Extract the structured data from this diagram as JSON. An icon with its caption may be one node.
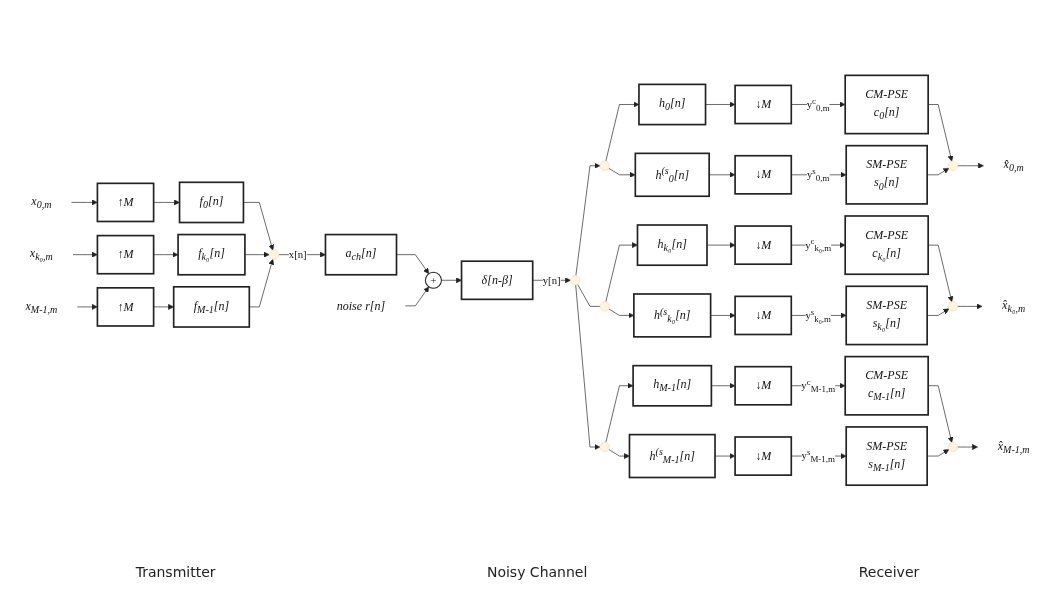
{
  "diagram": {
    "nodes": [
      {
        "text": [
          "x$_{0,m}$"
        ]
      },
      {
        "text": [
          "↑M"
        ]
      },
      {
        "text": [
          "f$_{0}$[n]"
        ]
      },
      {
        "text": [
          "x$_{k₀,m}$"
        ]
      },
      {
        "text": [
          "↑M"
        ]
      },
      {
        "text": [
          "f$_{k₀}$[n]"
        ]
      },
      {
        "text": [
          "x$_{M-1,m}$"
        ]
      },
      {
        "text": [
          "↑M"
        ]
      },
      {
        "text": [
          "f$_{M-1}$[n]"
        ]
      },
      {
        "text": [],
        "shape": "circle"
      },
      {
        "text": [
          "a$_{ch}$[n]"
        ]
      },
      {
        "text": [
          "noise r[n]"
        ]
      },
      {
        "text": [
          "+"
        ]
      },
      {
        "text": [
          "δ[n-β]"
        ]
      },
      {
        "text": [],
        "shape": "circle"
      },
      {
        "text": [],
        "shape": "circle"
      },
      {
        "text": [
          "h$_{0}$[n]"
        ]
      },
      {
        "text": [
          "↓M"
        ]
      },
      {
        "text": [
          "CM-PSE",
          "c$_{0}$[n]"
        ]
      },
      {
        "text": [
          "h$^{(s}$$_{0}$[n]"
        ]
      },
      {
        "text": [
          "↓M"
        ]
      },
      {
        "text": [
          "SM-PSE",
          "s$_{0}$[n]"
        ]
      },
      {
        "text": [],
        "shape": "circle"
      },
      {
        "text": [
          "x̂$_{0,m}$"
        ]
      },
      {
        "text": [],
        "shape": "circle"
      },
      {
        "text": [
          "h$_{k₀}$[n]"
        ]
      },
      {
        "text": [
          "↓M"
        ]
      },
      {
        "text": [
          "CM-PSE",
          "c$_{k₀}$[n]"
        ]
      },
      {
        "text": [
          "h$^{(s}$$_{k₀}$[n]"
        ]
      },
      {
        "text": [
          "↓M"
        ]
      },
      {
        "text": [
          "SM-PSE",
          "s$_{k₀}$[n]"
        ]
      },
      {
        "text": [],
        "shape": "circle"
      },
      {
        "text": [
          "x̂$_{k₀,m}$"
        ]
      },
      {
        "text": [],
        "shape": "circle"
      },
      {
        "text": [
          "h$_{M-1}$[n]"
        ]
      },
      {
        "text": [
          "↓M"
        ]
      },
      {
        "text": [
          "CM-PSE",
          "c$_{M-1}$[n]"
        ]
      },
      {
        "text": [
          "h$^{(s}$$_{M-1}$[n]"
        ]
      },
      {
        "text": [
          "↓M"
        ]
      },
      {
        "text": [
          "SM-PSE",
          "s$_{M-1}$[n]"
        ]
      },
      {
        "text": [],
        "shape": "circle"
      },
      {
        "text": [
          "x̂$_{M-1,m}$"
        ]
      }
    ],
    "edges": [
      {
        "from": 0,
        "to": 1,
        "arrow": "to"
      },
      {
        "from": 1,
        "to": 2,
        "arrow": "to"
      },
      {
        "from": 2,
        "to": 9,
        "arrow": "to"
      },
      {
        "from": 3,
        "to": 4,
        "arrow": "to"
      },
      {
        "from": 4,
        "to": 5,
        "arrow": "to"
      },
      {
        "from": 5,
        "to": 9,
        "arrow": "to"
      },
      {
        "from": 6,
        "to": 7,
        "arrow": "to"
      },
      {
        "from": 7,
        "to": 8,
        "arrow": "to"
      },
      {
        "from": 8,
        "to": 9,
        "arrow": "to"
      },
      {
        "from": 9,
        "to": 10,
        "arrow": "to",
        "label": "x[n]"
      },
      {
        "from": 10,
        "to": 12,
        "arrow": "to"
      },
      {
        "from": 11,
        "to": 12,
        "arrow": "to"
      },
      {
        "from": 12,
        "to": 13,
        "arrow": "to"
      },
      {
        "from": 13,
        "to": 14,
        "arrow": "to",
        "label": "y[n]"
      },
      {
        "from": 14,
        "to": 15,
        "arrow": "to"
      },
      {
        "from": 15,
        "to": 16,
        "arrow": "to"
      },
      {
        "from": 16,
        "to": 17,
        "arrow": "to"
      },
      {
        "from": 17,
        "to": 18,
        "arrow": "to",
        "label": "y$^{c}$$_{0,m}$"
      },
      {
        "from": 18,
        "to": 22,
        "arrow": "to"
      },
      {
        "from": 15,
        "to": 19,
        "arrow": "to"
      },
      {
        "from": 19,
        "to": 20,
        "arrow": "to"
      },
      {
        "from": 20,
        "to": 21,
        "arrow": "to",
        "label": "y$^{s}$$_{0,m}$"
      },
      {
        "from": 21,
        "to": 22,
        "arrow": "to"
      },
      {
        "from": 22,
        "to": 23,
        "arrow": "to"
      },
      {
        "from": 14,
        "to": 24,
        "arrow": "none"
      },
      {
        "from": 24,
        "to": 25,
        "arrow": "to"
      },
      {
        "from": 25,
        "to": 26,
        "arrow": "to"
      },
      {
        "from": 26,
        "to": 27,
        "arrow": "to",
        "label": "y$^{c}$$_{k₀,m}$"
      },
      {
        "from": 27,
        "to": 31,
        "arrow": "to"
      },
      {
        "from": 24,
        "to": 28,
        "arrow": "to"
      },
      {
        "from": 28,
        "to": 29,
        "arrow": "to"
      },
      {
        "from": 29,
        "to": 30,
        "arrow": "to",
        "label": "y$^{s}$$_{k₀,m}$"
      },
      {
        "from": 30,
        "to": 31,
        "arrow": "to"
      },
      {
        "from": 31,
        "to": 32,
        "arrow": "to"
      },
      {
        "from": 14,
        "to": 33,
        "arrow": "to"
      },
      {
        "from": 33,
        "to": 34,
        "arrow": "to"
      },
      {
        "from": 34,
        "to": 35,
        "arrow": "to"
      },
      {
        "from": 35,
        "to": 36,
        "arrow": "to",
        "label": "y$^{c}$$_{M-1,m}$"
      },
      {
        "from": 36,
        "to": 40,
        "arrow": "to"
      },
      {
        "from": 33,
        "to": 37,
        "arrow": "to"
      },
      {
        "from": 37,
        "to": 38,
        "arrow": "to"
      },
      {
        "from": 38,
        "to": 39,
        "arrow": "to",
        "label": "y$^{s}$$_{M-1,m}$"
      },
      {
        "from": 39,
        "to": 40,
        "arrow": "to"
      },
      {
        "from": 40,
        "to": 41,
        "arrow": "to"
      }
    ],
    "labels": [
      "Transmitter",
      "Noisy Channel",
      "Receiver"
    ]
  }
}
